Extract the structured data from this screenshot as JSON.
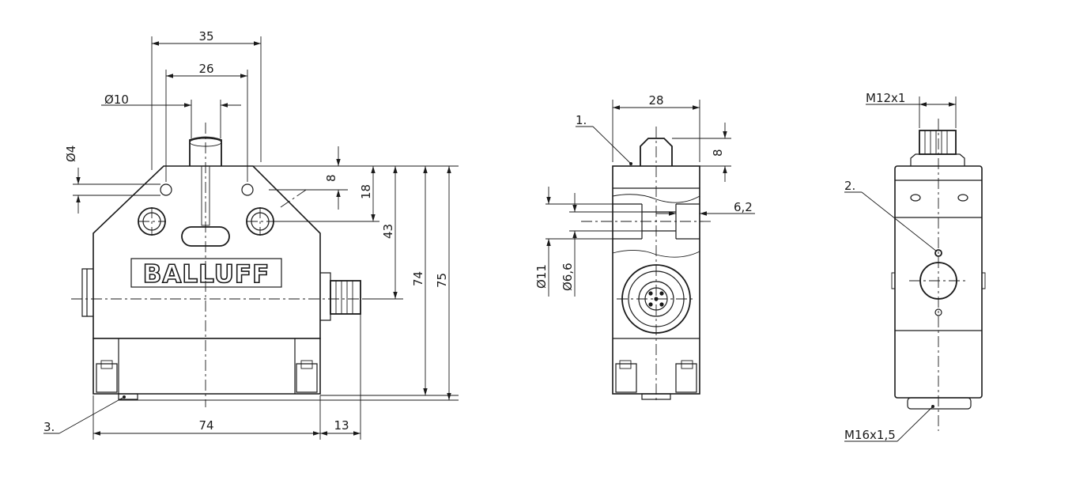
{
  "brand_logo": "BALLUFF",
  "front_view": {
    "dims": {
      "width_35": "35",
      "width_26": "26",
      "diameter_10": "Ø10",
      "diameter_4": "Ø4",
      "height_8": "8",
      "height_18": "18",
      "height_43": "43",
      "height_74": "74",
      "height_75": "75",
      "base_74": "74",
      "connector_13": "13"
    },
    "callout_3": "3."
  },
  "side_view": {
    "dims": {
      "width_28": "28",
      "height_8": "8",
      "hole_6_2": "6,2",
      "diameter_11": "Ø11",
      "diameter_6_6": "Ø6,6"
    },
    "callout_1": "1."
  },
  "rear_view": {
    "dims": {
      "thread_top": "M12x1",
      "thread_bottom": "M16x1,5"
    },
    "callout_2": "2."
  }
}
